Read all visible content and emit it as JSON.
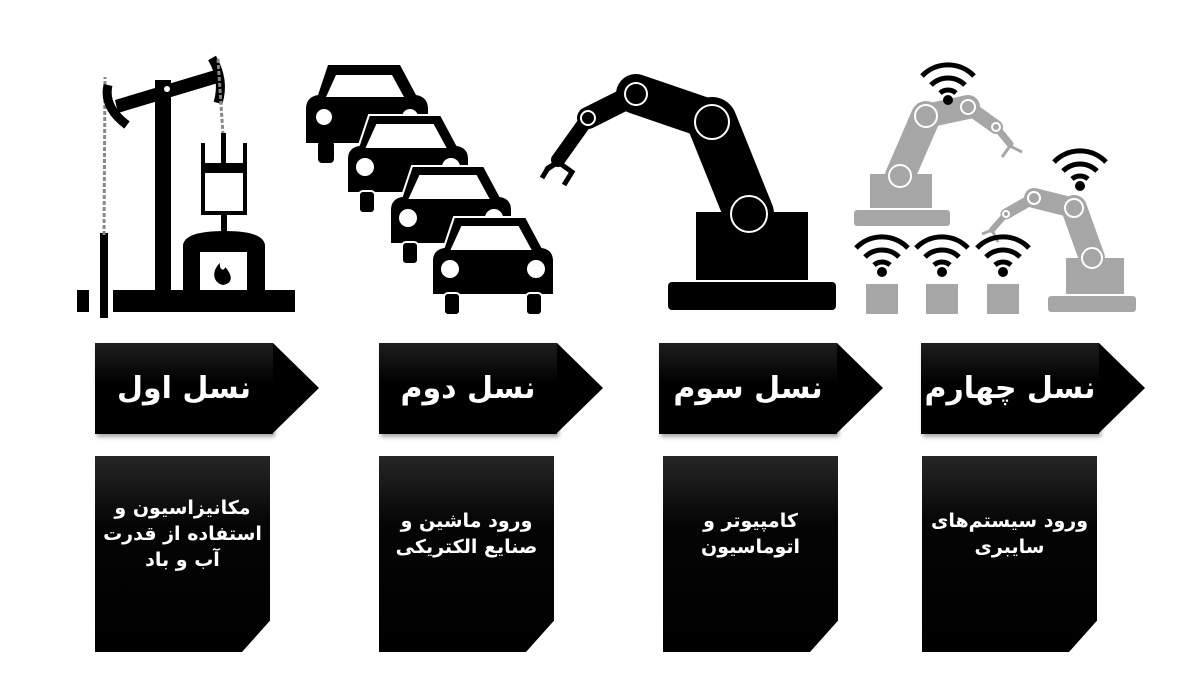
{
  "title": "Industrial revolution generations",
  "colors": {
    "background": "#ffffff",
    "shape_fill": "#000000",
    "text": "#ffffff",
    "industry4_gray": "#a6a6a6"
  },
  "generations": [
    {
      "label": "نسل اول",
      "description": "مکانیزاسیون و\nاستفاده از قدرت\nآب و باد",
      "icon": "steam-engine-icon"
    },
    {
      "label": "نسل دوم",
      "description": "ورود ماشین و\nصنایع الکتریکی",
      "icon": "cars-assembly-line-icon"
    },
    {
      "label": "نسل سوم",
      "description": "کامپیوتر و\nاتوماسیون",
      "icon": "robotic-arm-icon"
    },
    {
      "label": "نسل چهارم",
      "description": "ورود سیستم‌های\nسایبری",
      "icon": "connected-robots-wifi-icon"
    }
  ]
}
